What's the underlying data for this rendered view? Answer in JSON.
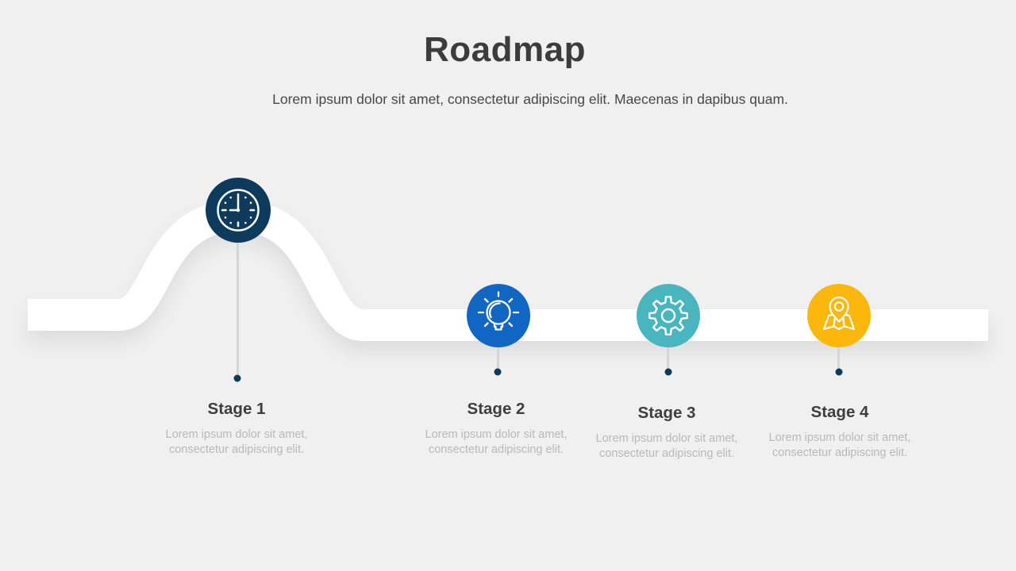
{
  "page": {
    "background_color": "#f0f0f0"
  },
  "header": {
    "title": "Roadmap",
    "subtitle": "Lorem ipsum dolor sit amet, consectetur adipiscing elit. Maecenas in dapibus quam."
  },
  "road": {
    "color": "#ffffff",
    "shadow_color": "#000000"
  },
  "connector": {
    "line_color": "#d5d5d5",
    "dot_color": "#0E3A5C"
  },
  "stages": [
    {
      "label": "Stage 1",
      "description": "Lorem ipsum dolor sit amet, consectetur adipiscing elit.",
      "color": "#0E3A5C",
      "icon": "clock-icon"
    },
    {
      "label": "Stage 2",
      "description": "Lorem ipsum dolor sit amet, consectetur adipiscing elit.",
      "color": "#1166C4",
      "icon": "lightbulb-icon"
    },
    {
      "label": "Stage 3",
      "description": "Lorem ipsum dolor sit amet, consectetur adipiscing elit.",
      "color": "#49B6BF",
      "icon": "gear-icon"
    },
    {
      "label": "Stage 4",
      "description": "Lorem ipsum dolor sit amet, consectetur adipiscing elit.",
      "color": "#FBB70C",
      "icon": "map-pin-icon"
    }
  ]
}
